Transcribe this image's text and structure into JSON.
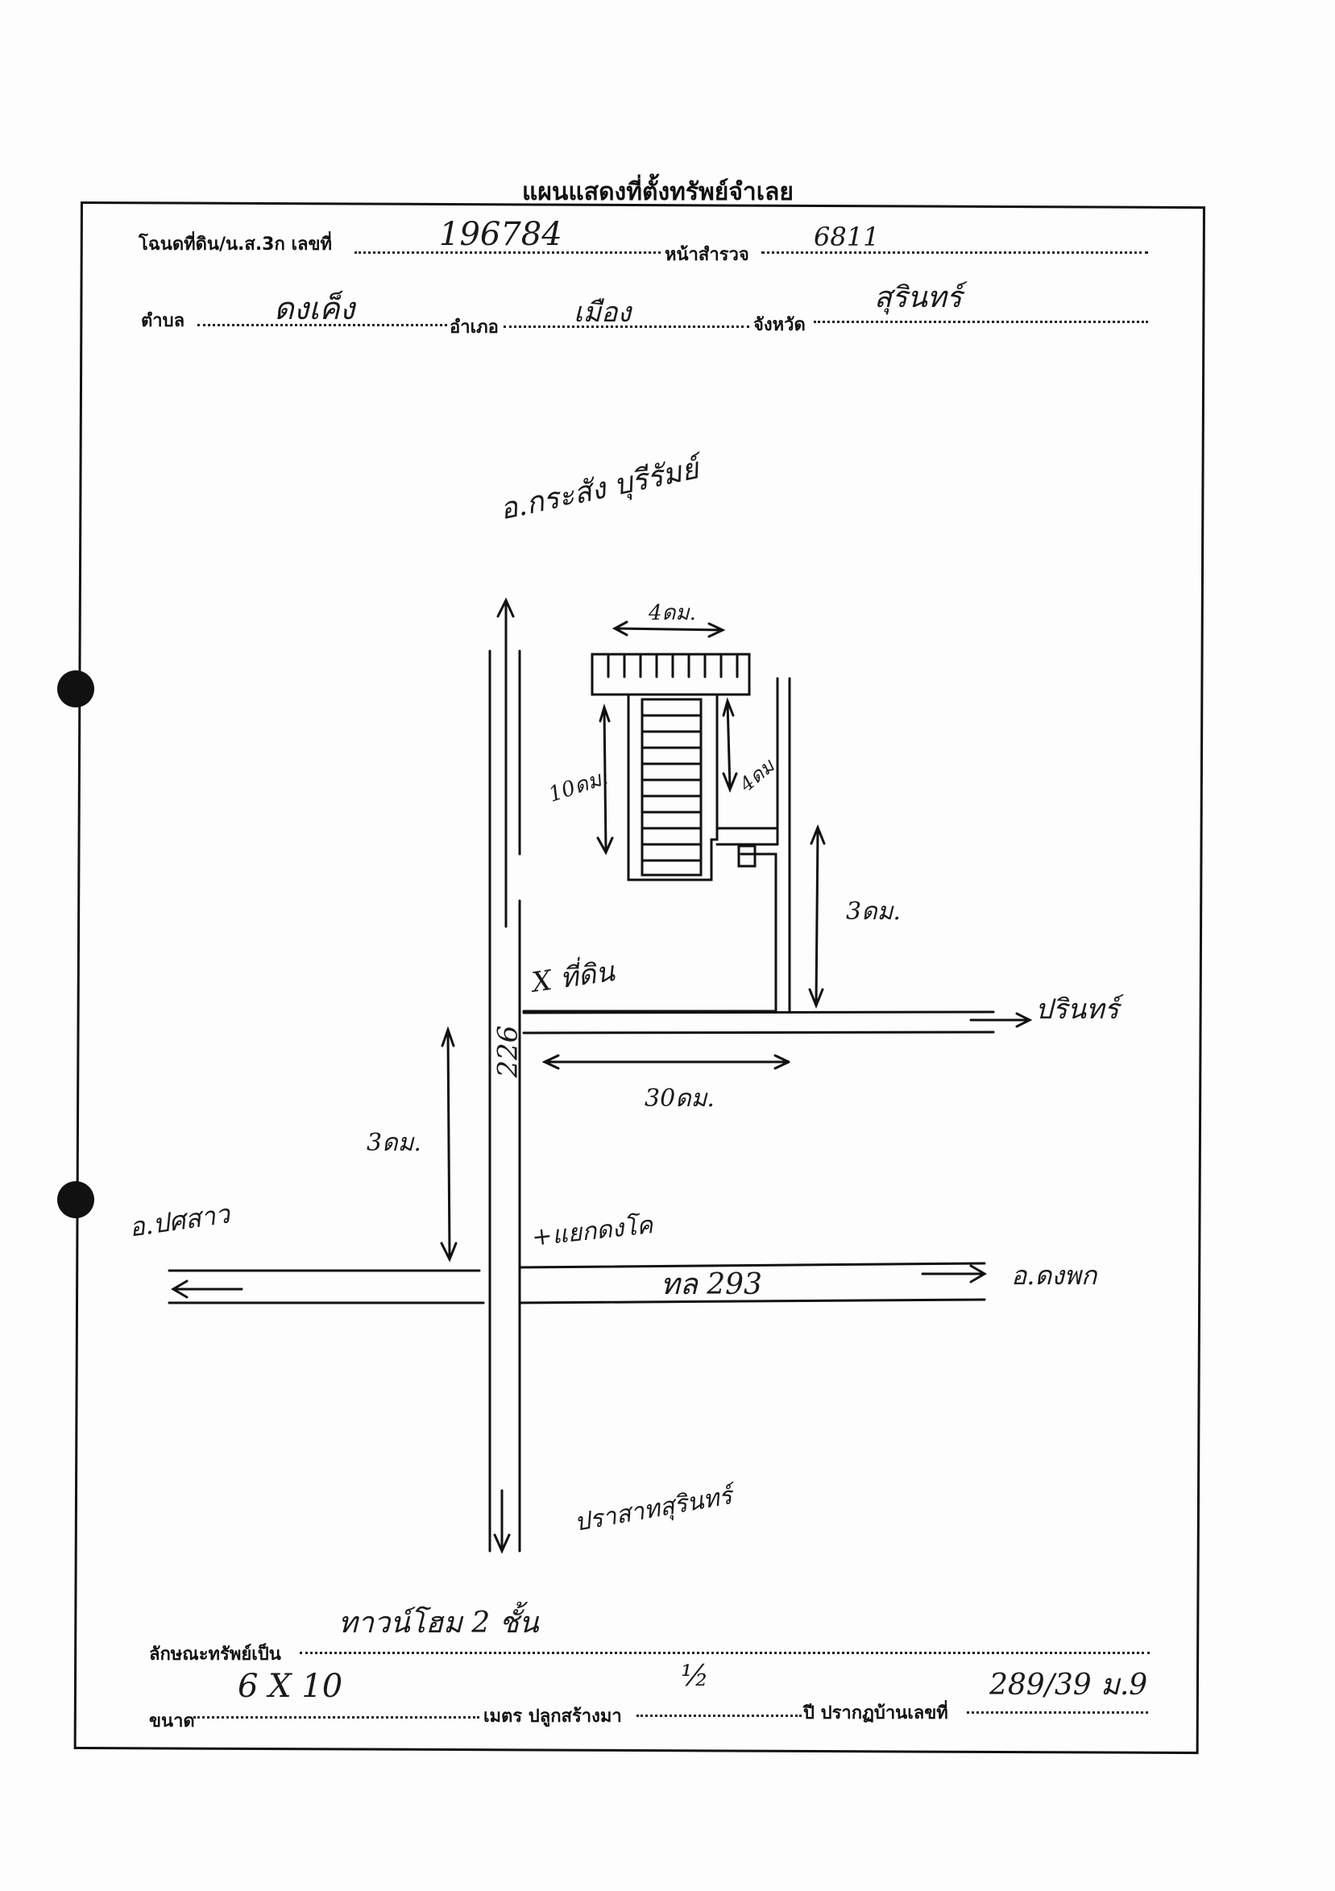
{
  "header": {
    "title": "แผนแสดงที่ตั้งทรัพย์จำเลย",
    "deed_label": "โฉนดที่ดิน/น.ส.3ก เลขที่",
    "deed_number": "196784",
    "survey_page_label": "หน้าสำรวจ",
    "survey_page_number": "6811",
    "subdistrict_label": "ตำบล",
    "subdistrict_value": "ดงเค็ง",
    "district_label": "อำเภอ",
    "district_value": "เมือง",
    "province_label": "จังหวัด",
    "province_value": "สุรินทร์"
  },
  "sketch": {
    "north_destination": "อ.กระสัง บุรีรัมย์",
    "building_width": "4ดม.",
    "building_length": "10ดม.",
    "building_rear": "4ดม.",
    "setback": "3ดม.",
    "plot_marker": "X ที่ดิน",
    "east_destination": "ปรินทร์",
    "road_number": "226",
    "lane_distance": "30ดม.",
    "junction_distance": "3ดม.",
    "west_destination": "อ.ปศสาว",
    "junction_name": "+แยกดงโค",
    "highway_number": "ทล 293",
    "east_highway_destination": "อ.ดงพก",
    "south_destination": "ปราสาทสุรินทร์"
  },
  "footer": {
    "property_type_label": "ลักษณะทรัพย์เป็น",
    "property_type_value": "ทาวน์โฮม 2 ชั้น",
    "size_label": "ขนาด",
    "size_value": "6 X 10",
    "built_label": "เมตร ปลูกสร้างมา",
    "built_value": "½",
    "house_number_label": "ปี ปรากฏบ้านเลขที่",
    "house_number_value": "289/39 ม.9"
  }
}
